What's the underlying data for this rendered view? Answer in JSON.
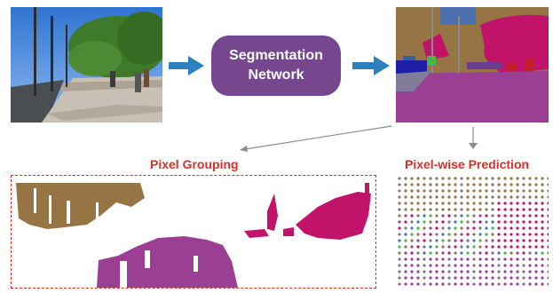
{
  "network": {
    "line1": "Segmentation",
    "line2": "Network"
  },
  "labels": {
    "grouping": "Pixel Grouping",
    "pixelwise": "Pixel-wise Prediction"
  },
  "icons": {
    "input": "street-photo",
    "output": "segmentation-map",
    "arrows": "right-arrow",
    "grid": "colored-dot-grid"
  },
  "colors": {
    "network_fill": "#76478f",
    "arrow_blue": "#2b80c0",
    "label_red": "#d7302b",
    "road_purple": "#9a3f94",
    "building_brown": "#967443",
    "tree_magenta": "#c2136b"
  }
}
